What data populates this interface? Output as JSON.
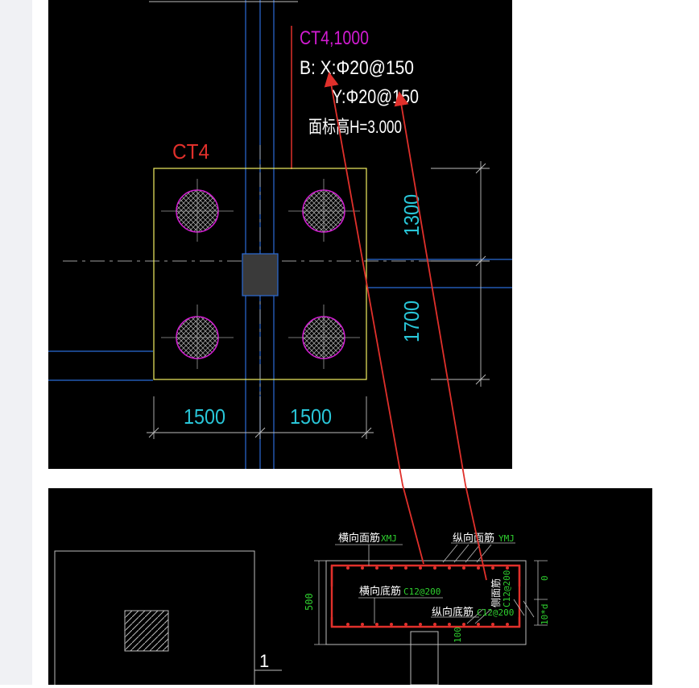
{
  "plan": {
    "label_magenta": "CT4,1000",
    "label_x_rebar": "B: X:Φ20@150",
    "label_y_rebar": "Y:Φ20@150",
    "label_top_elev": "面标高H=3.000",
    "label_ct4": "CT4",
    "dim_top": "1300",
    "dim_bottom": "1700",
    "dim_left": "1500",
    "dim_right": "1500"
  },
  "section": {
    "label_top_transverse": "横向面筋",
    "label_top_transverse_code": "XMJ",
    "label_top_longitudinal": "纵向面筋",
    "label_top_longitudinal_code": "YMJ",
    "label_bottom_transverse": "横向底筋",
    "label_bottom_transverse_code": "C12@200",
    "label_bottom_longitudinal": "纵向底筋",
    "label_bottom_longitudinal_code": "C12@200",
    "label_side": "侧面筋",
    "label_side_code": "C12@200",
    "dim_height": "500",
    "dim_right_top": "0",
    "dim_right_bottom": "10*d",
    "dim_bottom_small": "100",
    "section_mark": "1"
  },
  "colors": {
    "magenta": "#d21bd2",
    "white": "#ffffff",
    "red": "#e0302b",
    "cyan": "#29c6d8",
    "yellow": "#f2ef62",
    "blue": "#2b6bd6",
    "green": "#2fd12f",
    "gray": "#9e9e9e"
  }
}
